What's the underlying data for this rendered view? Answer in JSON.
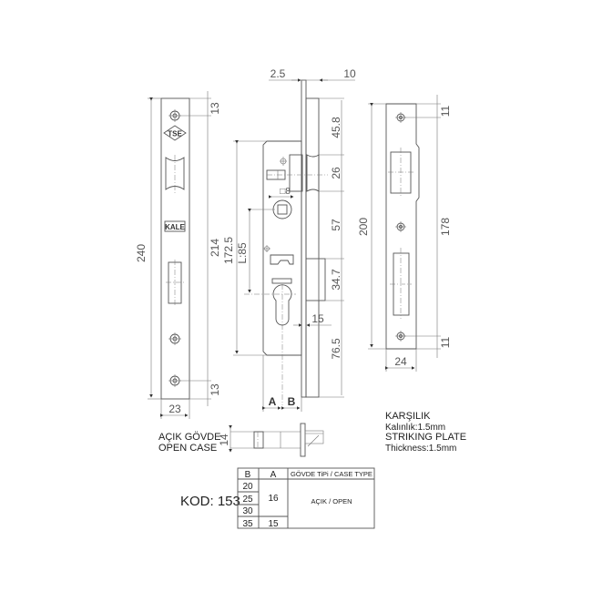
{
  "faceplate": {
    "dims": {
      "total_length": "240",
      "hole_spacing": "214",
      "top_offset": "13",
      "bottom_offset": "13",
      "width": "23"
    },
    "logos": [
      "TSE",
      "KALE"
    ]
  },
  "lock_body": {
    "dims": {
      "front_thickness": "2.5",
      "front_width": "10",
      "top_to_latch": "45.8",
      "latch_height": "26",
      "latch_to_deadbolt": "57",
      "deadbolt_height": "34.7",
      "bolt_to_bottom": "76.5",
      "body_height": "172.5",
      "center_distance": "L:85",
      "cylinder_offset": "15",
      "spindle": "8",
      "A": "A",
      "B": "B"
    }
  },
  "striking_plate": {
    "dims": {
      "total_length": "200",
      "hole_spacing": "178",
      "top_offset": "11",
      "bottom_offset": "11",
      "width": "24"
    },
    "label_tr": "KARŞILIK",
    "thickness_tr": "Kalınlık:1.5mm",
    "label_en": "STRIKING PLATE",
    "thickness_en": "Thickness:1.5mm"
  },
  "open_case": {
    "label_tr": "AÇIK GÖVDE",
    "label_en": "OPEN CASE",
    "dim": "14"
  },
  "product": {
    "code": "KOD: 153"
  },
  "table": {
    "headers": [
      "B",
      "A",
      "GÖVDE TiPi / CASE TYPE"
    ],
    "b_values": [
      "20",
      "25",
      "30",
      "35"
    ],
    "a_values": [
      "16",
      "15"
    ],
    "case_type": "AÇIK / OPEN"
  }
}
